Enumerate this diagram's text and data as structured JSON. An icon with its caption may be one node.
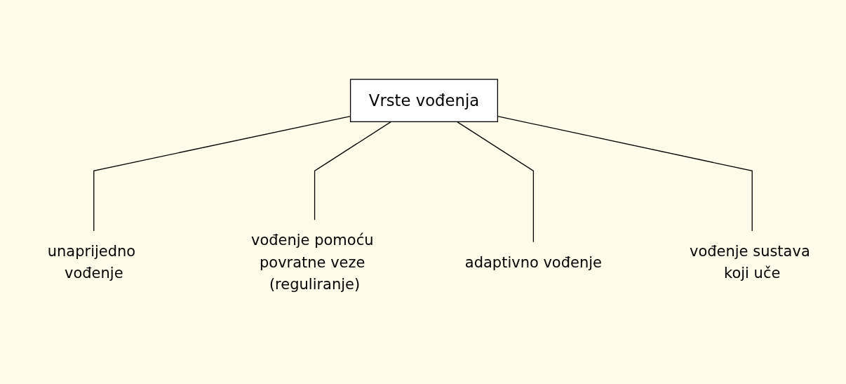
{
  "diagram": {
    "nodes": [
      {
        "text": [
          "Vrste vođenja"
        ]
      },
      {
        "text": [
          "unaprijedno vođenje"
        ]
      },
      {
        "text": [
          "vođenje pomoću povratne veze (reguliranje)"
        ]
      },
      {
        "text": [
          "adaptivno vođenje"
        ]
      },
      {
        "text": [
          "vođenje sustava koji uče"
        ]
      }
    ],
    "edges": [
      {
        "from": 0,
        "to": 1,
        "arrow": "none"
      },
      {
        "from": 0,
        "to": 2,
        "arrow": "none"
      },
      {
        "from": 0,
        "to": 3,
        "arrow": "none"
      },
      {
        "from": 0,
        "to": 4,
        "arrow": "none"
      }
    ]
  }
}
